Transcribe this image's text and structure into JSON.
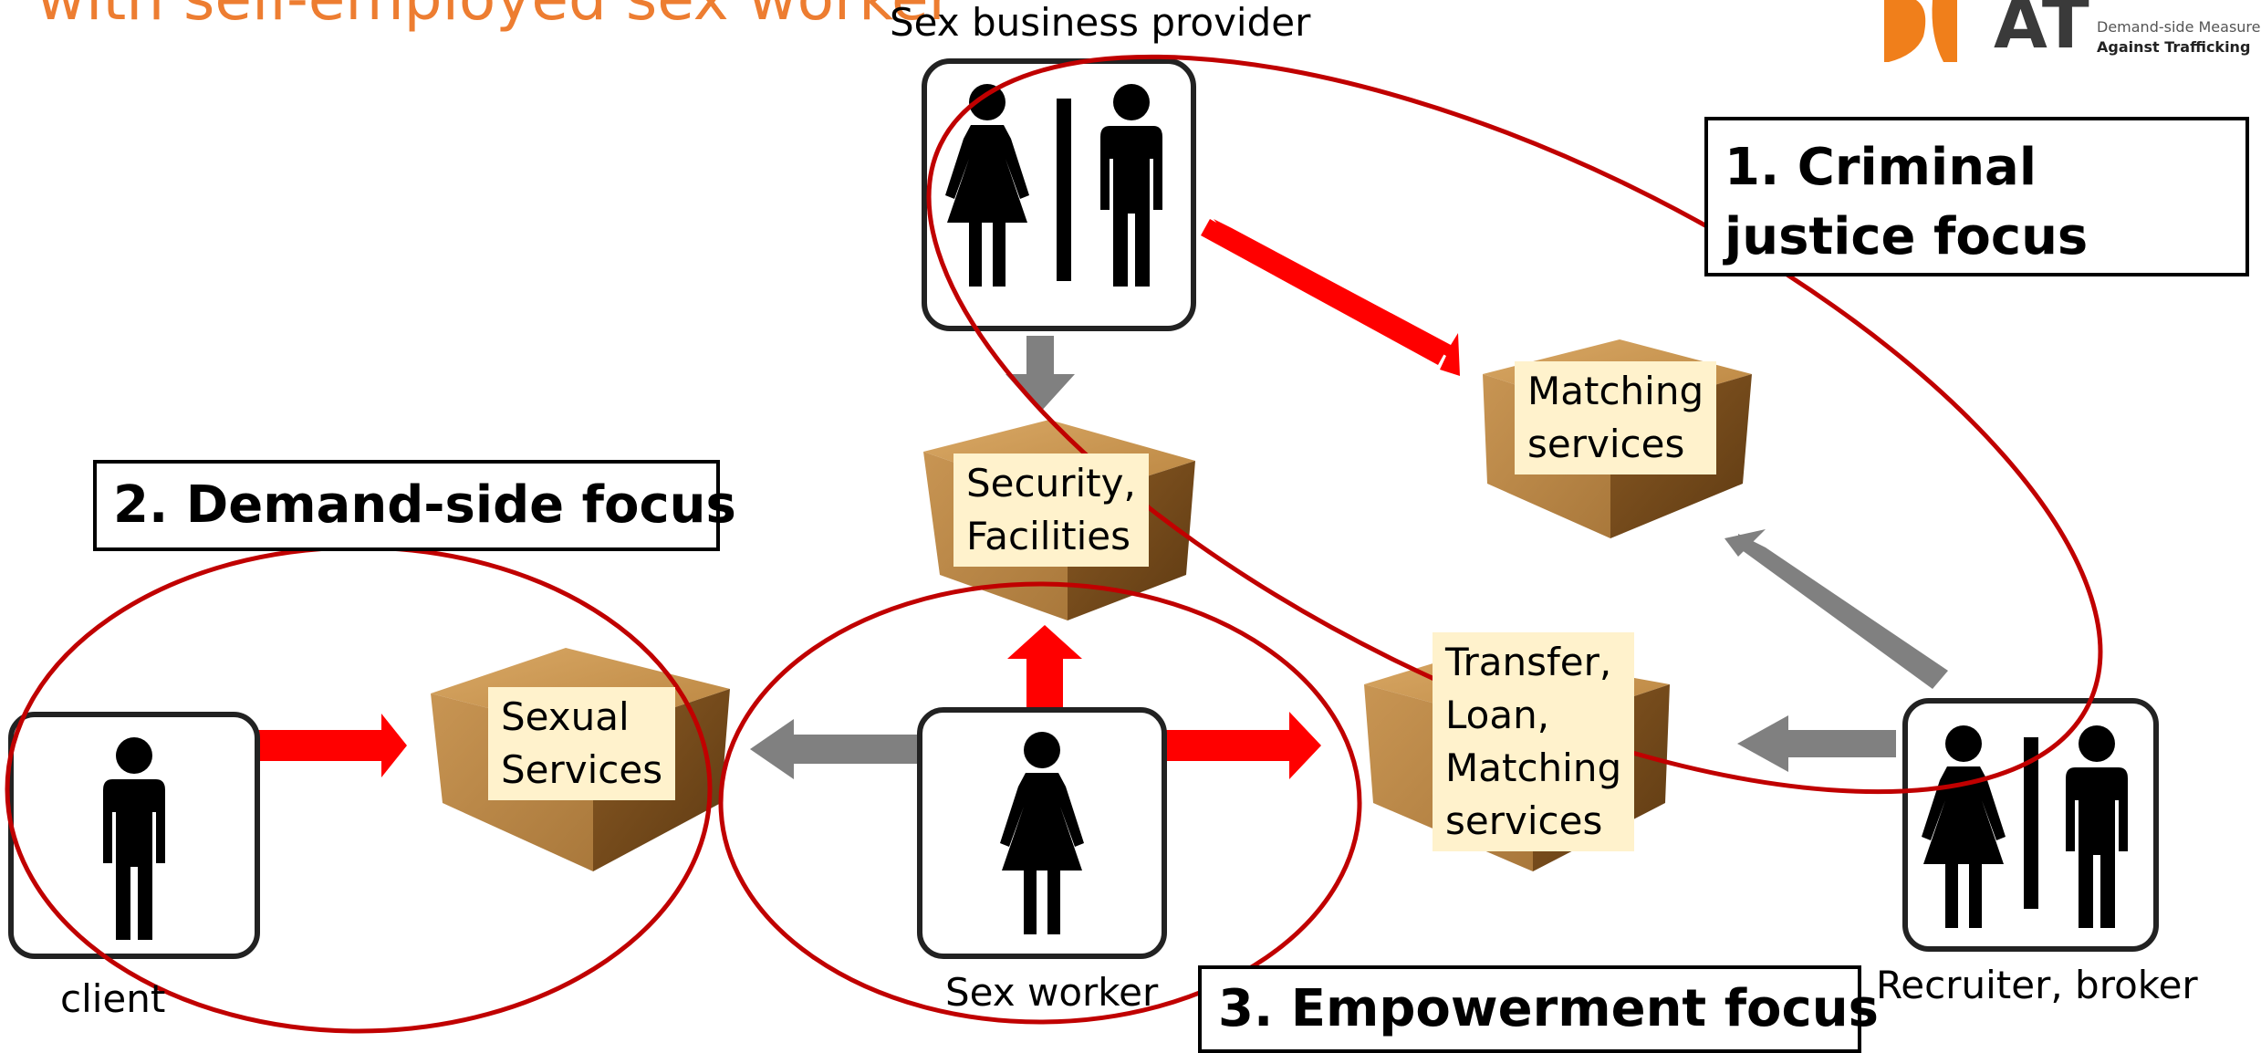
{
  "title": "with self-employed sex worker",
  "logo": {
    "letters": "AT",
    "line1": "Demand-side Measures",
    "line2": "Against Trafficking",
    "accent": "#f07f1b"
  },
  "actors": {
    "provider": "Sex business provider",
    "client": "client",
    "worker": "Sex worker",
    "recruiter": "Recruiter, broker"
  },
  "boxes": {
    "security": "Security,\nFacilities",
    "matching": "Matching\nservices",
    "sexual": "Sexual\nServices",
    "transfer": "Transfer,\nLoan,\nMatching\nservices"
  },
  "focus": {
    "criminal": "1. Criminal justice focus",
    "demand": "2. Demand-side focus",
    "empowerment": "3. Empowerment focus"
  },
  "colors": {
    "red_arrow": "#ff0000",
    "grey_arrow": "#808080",
    "ellipse": "#c00000",
    "title": "#ed7d31",
    "box_label_bg": "#fff2cc"
  }
}
